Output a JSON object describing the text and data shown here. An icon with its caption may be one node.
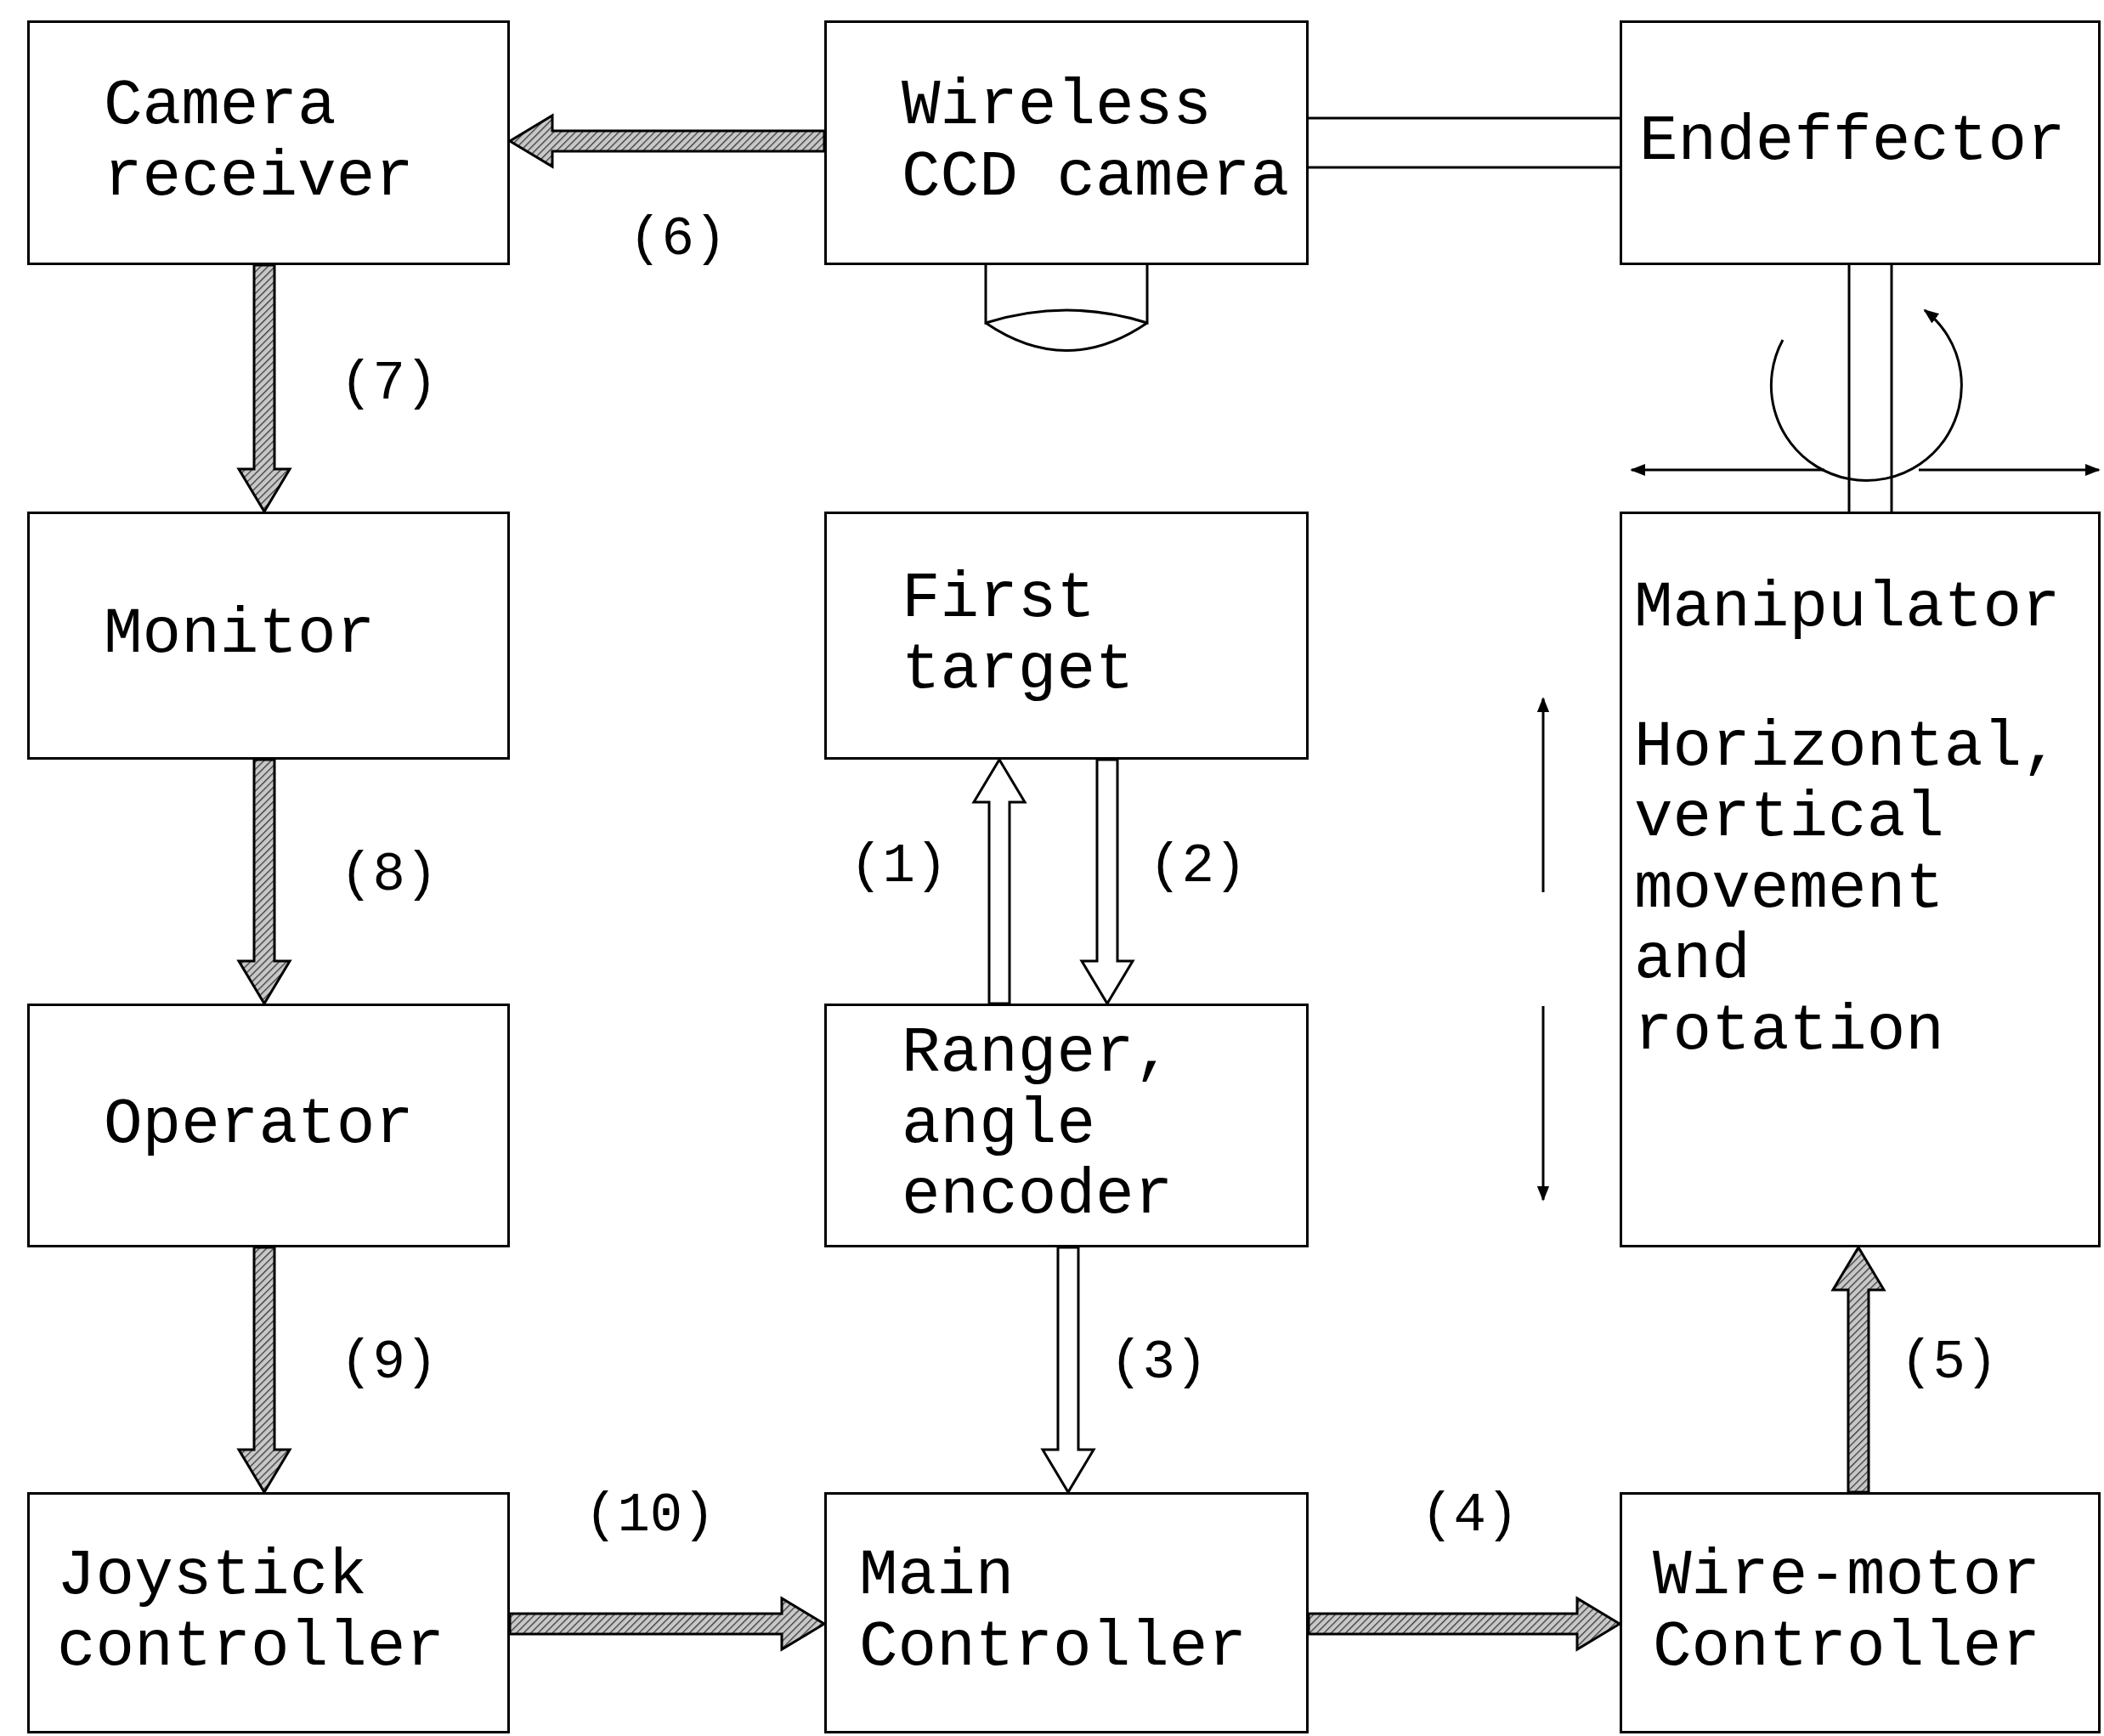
{
  "diagram": {
    "nodes": [
      {
        "text": [
          "Camera receiver"
        ]
      },
      {
        "text": [
          "Wireless CCD camera"
        ]
      },
      {
        "text": [
          "Endeffector"
        ]
      },
      {
        "text": [
          "Monitor"
        ]
      },
      {
        "text": [
          "First target"
        ]
      },
      {
        "text": [
          "Manipulator",
          "Horizontal, vertical movement and rotation"
        ]
      },
      {
        "text": [
          "Operator"
        ]
      },
      {
        "text": [
          "Ranger, angle encoder"
        ]
      },
      {
        "text": [
          "Joystick controller"
        ]
      },
      {
        "text": [
          "Main Controller"
        ]
      },
      {
        "text": [
          "Wire-motor Controller"
        ]
      }
    ],
    "edges": [
      {
        "from": 1,
        "to": 0,
        "arrow": "to",
        "label": "(6)"
      },
      {
        "from": 0,
        "to": 3,
        "arrow": "to",
        "label": "(7)"
      },
      {
        "from": 3,
        "to": 6,
        "arrow": "to",
        "label": "(8)"
      },
      {
        "from": 6,
        "to": 8,
        "arrow": "to",
        "label": "(9)"
      },
      {
        "from": 8,
        "to": 9,
        "arrow": "to",
        "label": "(10)"
      },
      {
        "from": 9,
        "to": 10,
        "arrow": "to",
        "label": "(4)"
      },
      {
        "from": 10,
        "to": 5,
        "arrow": "to",
        "label": "(5)"
      },
      {
        "from": 7,
        "to": 4,
        "arrow": "to",
        "label": "(1)",
        "color": "#ffffff"
      },
      {
        "from": 4,
        "to": 7,
        "arrow": "to",
        "label": "(2)",
        "color": "#ffffff"
      },
      {
        "from": 7,
        "to": 9,
        "arrow": "to",
        "label": "(3)",
        "color": "#ffffff"
      },
      {
        "from": 1,
        "to": 2,
        "arrow": "none"
      },
      {
        "from": 2,
        "to": 5,
        "arrow": "none"
      }
    ]
  }
}
